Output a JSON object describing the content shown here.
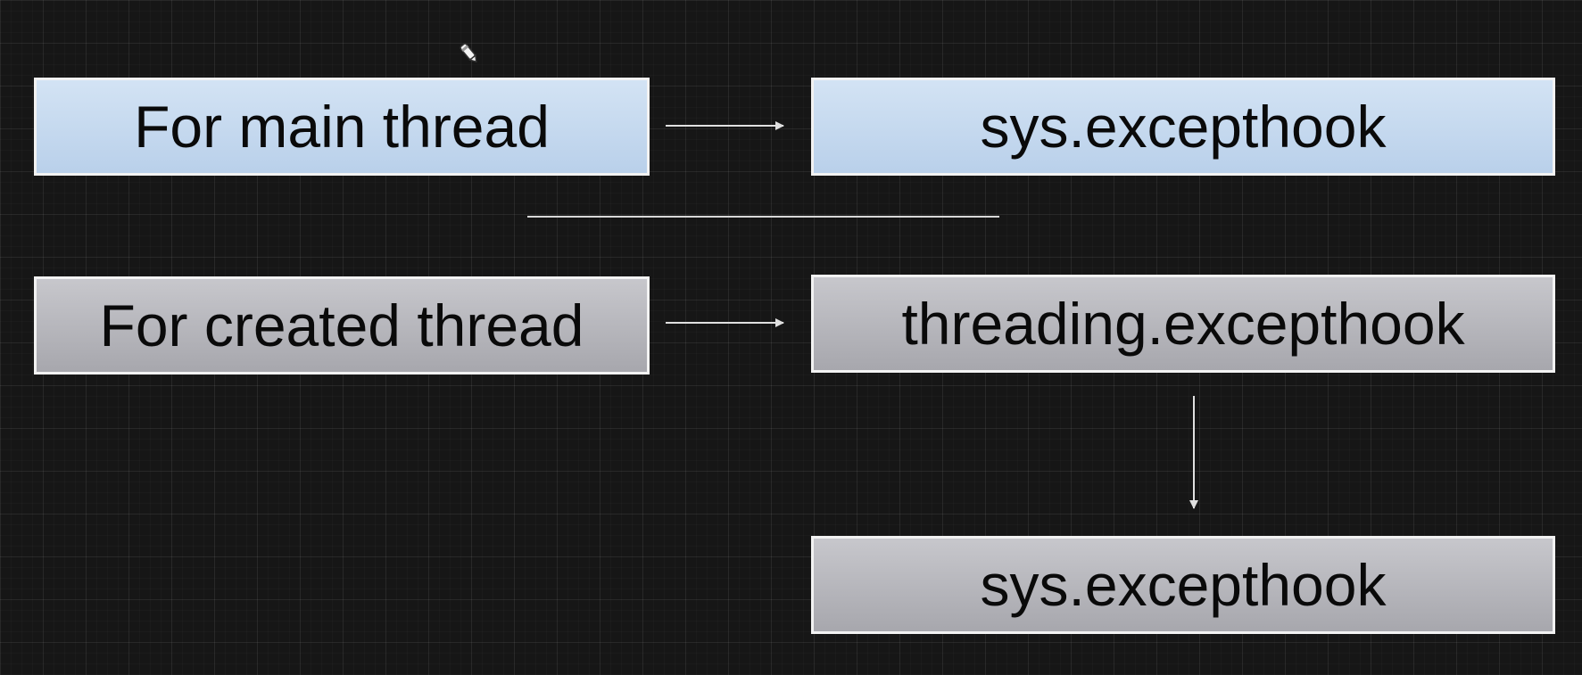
{
  "diagram": {
    "main_thread_label": "For main thread",
    "main_thread_target": "sys.excepthook",
    "created_thread_label": "For created thread",
    "created_thread_target": "threading.excepthook",
    "created_thread_fallback": "sys.excepthook"
  },
  "colors": {
    "background": "#161616",
    "blue_box": "#c6daf0",
    "gray_box": "#b5b5bb",
    "connector": "#e0e0e0"
  },
  "icons": {
    "cursor": "pen-cursor-icon"
  }
}
